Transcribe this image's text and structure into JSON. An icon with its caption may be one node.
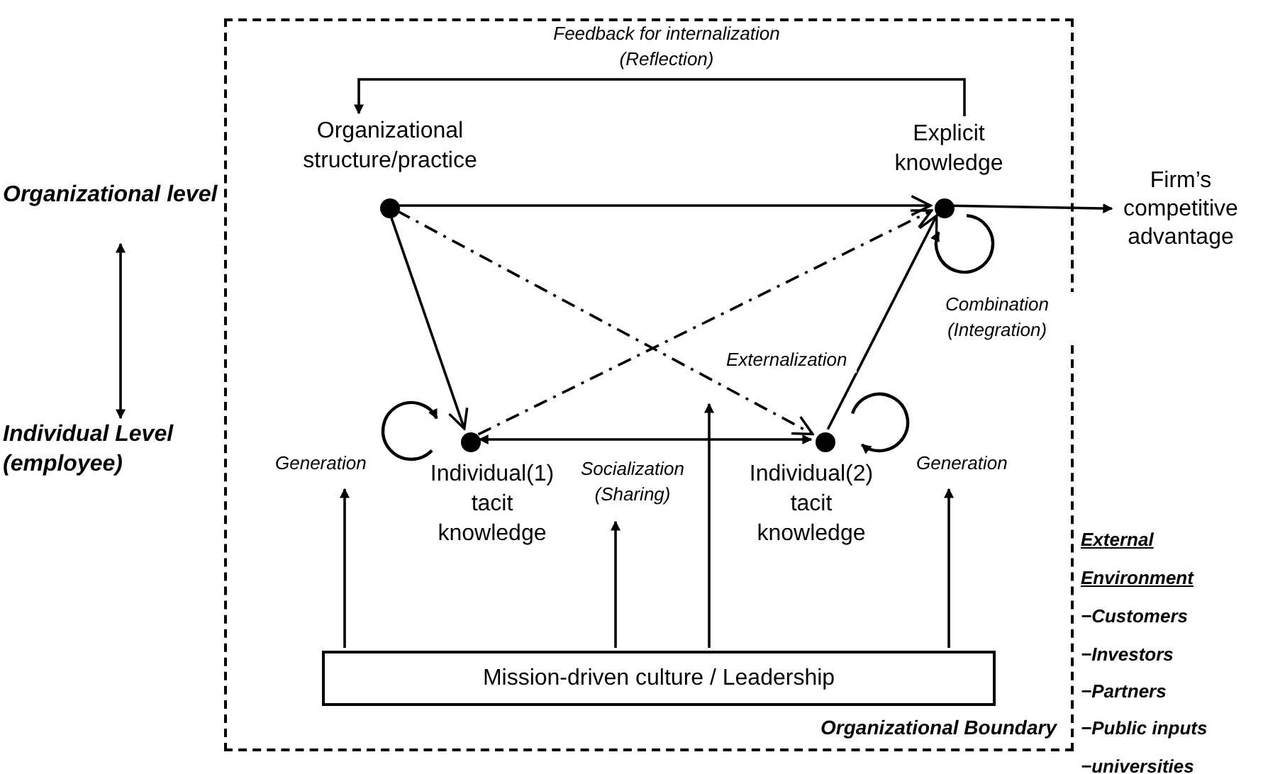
{
  "diagram": {
    "nodes": [
      {
        "text": [
          "Organizational Boundary"
        ]
      },
      {
        "text": [],
        "shape": "circle",
        "in": 0,
        "beside": [
          "Organizational structure/practice"
        ]
      },
      {
        "text": [],
        "shape": "circle",
        "in": 0,
        "beside": [
          "Explicit knowledge"
        ]
      },
      {
        "text": [],
        "shape": "circle",
        "in": 0,
        "beside": [
          "Individual(1) tacit knowledge"
        ]
      },
      {
        "text": [],
        "shape": "circle",
        "in": 0,
        "beside": [
          "Individual(2) tacit knowledge"
        ]
      },
      {
        "text": [
          "Mission-driven culture / Leadership"
        ],
        "in": 0
      },
      {
        "text": [
          "Firm’s competitive advantage"
        ]
      },
      {
        "text": [
          "Organizational level"
        ]
      },
      {
        "text": [
          "Individual Level (employee)"
        ]
      }
    ],
    "edges": [
      {
        "from": 2,
        "to": 1,
        "arrow": "to",
        "label": "Feedback for internalization (Reflection)"
      },
      {
        "from": 1,
        "to": 2,
        "arrow": "to"
      },
      {
        "from": 1,
        "to": 3,
        "arrow": "to"
      },
      {
        "from": 1,
        "to": 4,
        "arrow": "to",
        "style": "dashed"
      },
      {
        "from": 3,
        "to": 2,
        "arrow": "to",
        "style": "dashed"
      },
      {
        "from": 4,
        "to": 2,
        "arrow": "to",
        "label": "Externalization"
      },
      {
        "from": 3,
        "to": 4,
        "arrow": "both",
        "label": "Socialization (Sharing)"
      },
      {
        "from": 2,
        "to": 6,
        "arrow": "to"
      },
      {
        "from": 2,
        "to": 2,
        "arrow": "to",
        "label": "Combination (Integration)"
      },
      {
        "from": 3,
        "to": 3,
        "arrow": "to",
        "label": "Generation"
      },
      {
        "from": 4,
        "to": 4,
        "arrow": "to",
        "label": "Generation"
      },
      {
        "from": 5,
        "to": null,
        "arrow": "to"
      },
      {
        "from": 5,
        "to": null,
        "arrow": "to"
      },
      {
        "from": 5,
        "to": null,
        "arrow": "to"
      },
      {
        "from": 5,
        "to": null,
        "arrow": "to"
      },
      {
        "from": 7,
        "to": 8,
        "arrow": "both"
      }
    ],
    "labels": [
      "External Environment",
      "−Customers",
      "−Investors",
      "−Partners",
      "−Public inputs",
      "−universities"
    ]
  }
}
